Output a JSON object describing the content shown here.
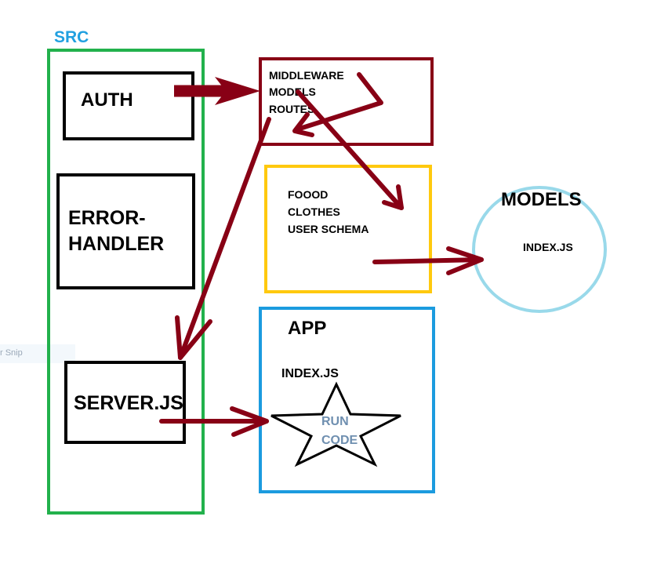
{
  "src": {
    "title": "SRC"
  },
  "auth": {
    "label": "AUTH"
  },
  "error_handler": {
    "line1": "ERROR-",
    "line2": "HANDLER"
  },
  "server": {
    "label": "SERVER.JS"
  },
  "middleware_box": {
    "items": [
      "MIDDLEWARE",
      "MODELS",
      "ROUTES"
    ]
  },
  "schema_box": {
    "items": [
      "FOOOD",
      "CLOTHES",
      "USER SCHEMA"
    ]
  },
  "models": {
    "title": "MODELS",
    "file": "INDEX.JS"
  },
  "app": {
    "title": "APP",
    "file": "INDEX.JS",
    "star_line1": "RUN",
    "star_line2": "CODE"
  },
  "overlay": {
    "snip_text": "r Snip"
  },
  "colors": {
    "src": "#22b14c",
    "src_title": "#21a0e0",
    "middleware": "#880015",
    "schema": "#ffc90e",
    "models": "#99d9ea",
    "app": "#1b9bdf",
    "arrow": "#880015",
    "run_code": "#6f8fb0"
  }
}
